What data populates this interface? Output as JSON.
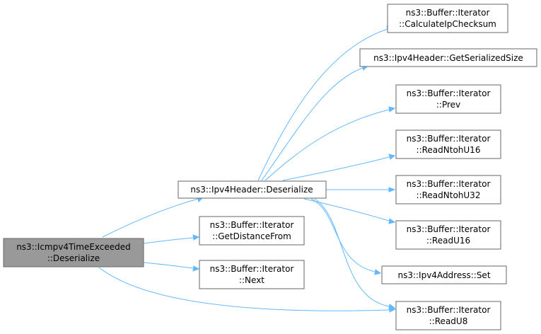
{
  "nodes": {
    "root": {
      "line1": "ns3::Icmpv4TimeExceeded",
      "line2": "::Deserialize"
    },
    "ipv4_deserialize": {
      "line1": "ns3::Ipv4Header::Deserialize"
    },
    "calc_ip_checksum": {
      "line1": "ns3::Buffer::Iterator",
      "line2": "::CalculateIpChecksum"
    },
    "get_serialized_size": {
      "line1": "ns3::Ipv4Header::GetSerializedSize"
    },
    "prev": {
      "line1": "ns3::Buffer::Iterator",
      "line2": "::Prev"
    },
    "read_ntoh_u16": {
      "line1": "ns3::Buffer::Iterator",
      "line2": "::ReadNtohU16"
    },
    "read_ntoh_u32": {
      "line1": "ns3::Buffer::Iterator",
      "line2": "::ReadNtohU32"
    },
    "read_u16": {
      "line1": "ns3::Buffer::Iterator",
      "line2": "::ReadU16"
    },
    "ipv4_address_set": {
      "line1": "ns3::Ipv4Address::Set"
    },
    "read_u8": {
      "line1": "ns3::Buffer::Iterator",
      "line2": "::ReadU8"
    },
    "get_distance_from": {
      "line1": "ns3::Buffer::Iterator",
      "line2": "::GetDistanceFrom"
    },
    "next": {
      "line1": "ns3::Buffer::Iterator",
      "line2": "::Next"
    }
  },
  "edges": [
    {
      "from": "root",
      "to": "ipv4_deserialize"
    },
    {
      "from": "root",
      "to": "get_distance_from"
    },
    {
      "from": "root",
      "to": "next"
    },
    {
      "from": "root",
      "to": "read_u8"
    },
    {
      "from": "ipv4_deserialize",
      "to": "calc_ip_checksum"
    },
    {
      "from": "ipv4_deserialize",
      "to": "get_serialized_size"
    },
    {
      "from": "ipv4_deserialize",
      "to": "prev"
    },
    {
      "from": "ipv4_deserialize",
      "to": "read_ntoh_u16"
    },
    {
      "from": "ipv4_deserialize",
      "to": "read_ntoh_u32"
    },
    {
      "from": "ipv4_deserialize",
      "to": "read_u16"
    },
    {
      "from": "ipv4_deserialize",
      "to": "ipv4_address_set"
    },
    {
      "from": "ipv4_deserialize",
      "to": "read_u8"
    }
  ],
  "colors": {
    "edge": "#63b8ff",
    "root_fill": "#999999",
    "node_fill": "#ffffff",
    "node_border": "#666666"
  }
}
